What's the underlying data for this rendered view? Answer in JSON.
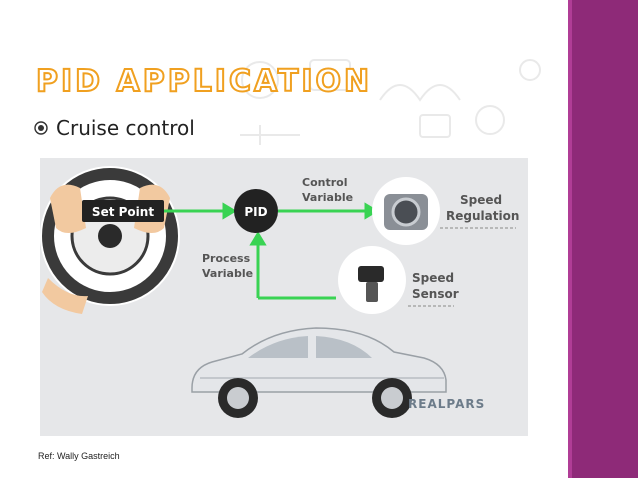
{
  "title": "PID Application",
  "bullet": {
    "text": "Cruise control",
    "icon": "circle-bullet-icon"
  },
  "diagram": {
    "set_point_label": "Set Point",
    "pid_label": "PID",
    "control_variable_line1": "Control",
    "control_variable_line2": "Variable",
    "process_variable_line1": "Process",
    "process_variable_line2": "Variable",
    "speed_regulation_line1": "Speed",
    "speed_regulation_line2": "Regulation",
    "speed_sensor_line1": "Speed",
    "speed_sensor_line2": "Sensor",
    "logo_text": "REALPARS",
    "icons": [
      "steering-wheel-icon",
      "throttle-body-icon",
      "speed-sensor-icon",
      "car-icon"
    ]
  },
  "reference": "Ref: Wally Gastreich",
  "colors": {
    "accent": "#f0a020",
    "side_band": "#8e2a78",
    "arrow_green": "#39d353",
    "node_dark": "#222222",
    "diagram_bg": "#e6e7e9"
  }
}
